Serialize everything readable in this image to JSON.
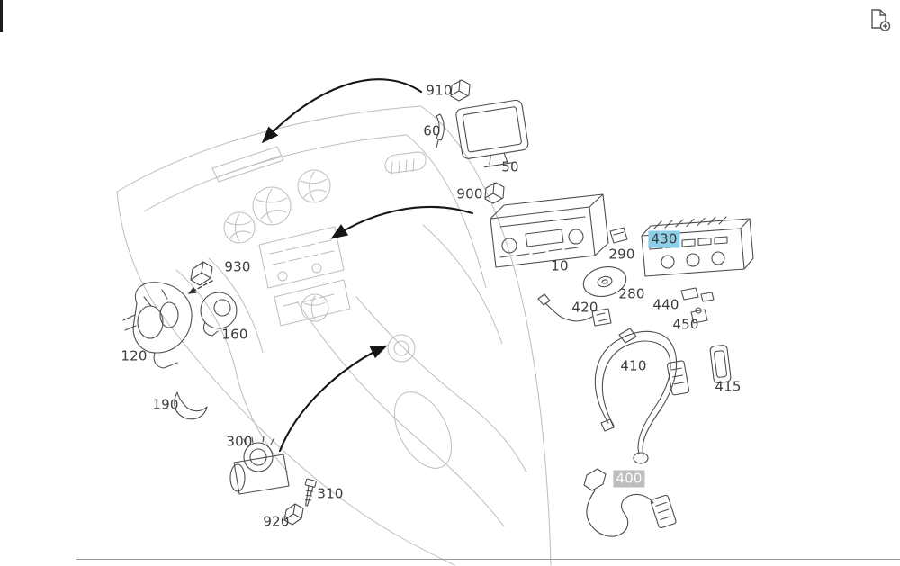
{
  "page": {
    "background": "#ffffff",
    "divider_color": "#9a9a9a"
  },
  "corner_tool": {
    "icon": "document-plus-icon"
  },
  "colors": {
    "selected_highlight": "#8ccfe8",
    "secondary_highlight": "#bdbdbd",
    "label_text": "#3c3c3c"
  },
  "parts": [
    {
      "number": "910",
      "highlight": "none"
    },
    {
      "number": "60",
      "highlight": "none"
    },
    {
      "number": "50",
      "highlight": "none"
    },
    {
      "number": "900",
      "highlight": "none"
    },
    {
      "number": "10",
      "highlight": "none"
    },
    {
      "number": "290",
      "highlight": "none"
    },
    {
      "number": "280",
      "highlight": "none"
    },
    {
      "number": "430",
      "highlight": "selected"
    },
    {
      "number": "440",
      "highlight": "none"
    },
    {
      "number": "450",
      "highlight": "none"
    },
    {
      "number": "420",
      "highlight": "none"
    },
    {
      "number": "410",
      "highlight": "none"
    },
    {
      "number": "415",
      "highlight": "none"
    },
    {
      "number": "930",
      "highlight": "none"
    },
    {
      "number": "160",
      "highlight": "none"
    },
    {
      "number": "120",
      "highlight": "none"
    },
    {
      "number": "190",
      "highlight": "none"
    },
    {
      "number": "300",
      "highlight": "none"
    },
    {
      "number": "310",
      "highlight": "none"
    },
    {
      "number": "920",
      "highlight": "none"
    },
    {
      "number": "400",
      "highlight": "secondary"
    }
  ]
}
